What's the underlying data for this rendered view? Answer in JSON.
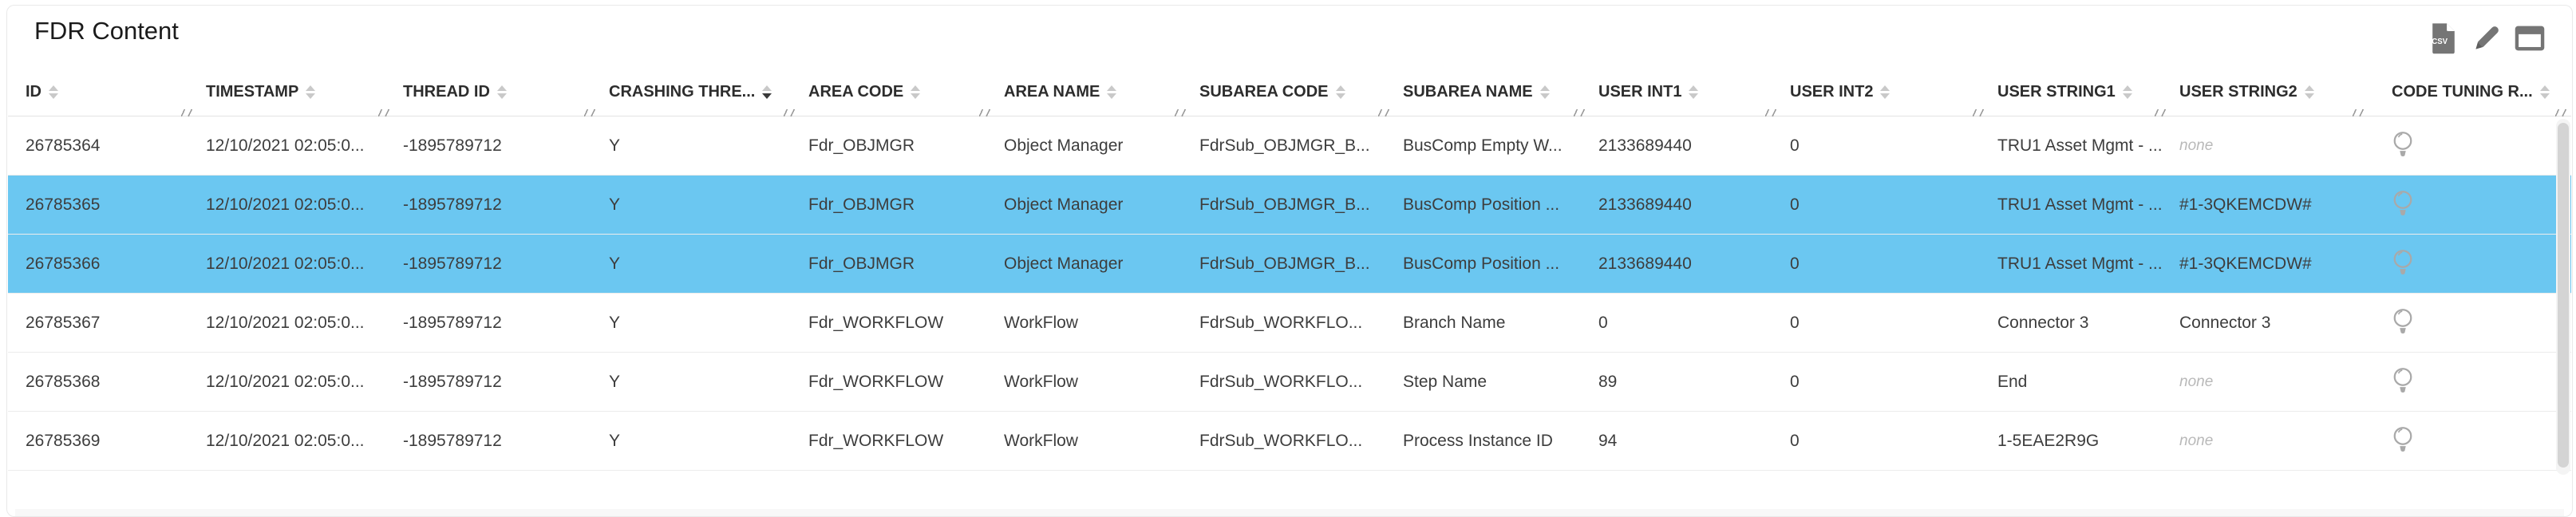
{
  "title": "FDR Content",
  "toolbar": {
    "csv_label": "CSV"
  },
  "table": {
    "columns": [
      {
        "label": "ID",
        "sort": ""
      },
      {
        "label": "TIMESTAMP",
        "sort": ""
      },
      {
        "label": "THREAD ID",
        "sort": ""
      },
      {
        "label": "CRASHING THRE...",
        "sort": "desc"
      },
      {
        "label": "AREA CODE",
        "sort": ""
      },
      {
        "label": "AREA NAME",
        "sort": ""
      },
      {
        "label": "SUBAREA CODE",
        "sort": ""
      },
      {
        "label": "SUBAREA NAME",
        "sort": ""
      },
      {
        "label": "USER INT1",
        "sort": ""
      },
      {
        "label": "USER INT2",
        "sort": ""
      },
      {
        "label": "USER STRING1",
        "sort": ""
      },
      {
        "label": "USER STRING2",
        "sort": ""
      },
      {
        "label": "CODE TUNING R...",
        "sort": ""
      }
    ],
    "rows": [
      {
        "id": "26785364",
        "timestamp": "12/10/2021 02:05:0...",
        "thread_id": "-1895789712",
        "crashing_thread": "Y",
        "area_code": "Fdr_OBJMGR",
        "area_name": "Object Manager",
        "subarea_code": "FdrSub_OBJMGR_B...",
        "subarea_name": "BusComp Empty W...",
        "user_int1": "2133689440",
        "user_int2": "0",
        "user_string1": "TRU1 Asset Mgmt - ...",
        "user_string2": "none",
        "user_string2_muted": true,
        "selected": false
      },
      {
        "id": "26785365",
        "timestamp": "12/10/2021 02:05:0...",
        "thread_id": "-1895789712",
        "crashing_thread": "Y",
        "area_code": "Fdr_OBJMGR",
        "area_name": "Object Manager",
        "subarea_code": "FdrSub_OBJMGR_B...",
        "subarea_name": "BusComp Position ...",
        "user_int1": "2133689440",
        "user_int2": "0",
        "user_string1": "TRU1 Asset Mgmt - ...",
        "user_string2": "#1-3QKEMCDW#",
        "user_string2_muted": false,
        "selected": true
      },
      {
        "id": "26785366",
        "timestamp": "12/10/2021 02:05:0...",
        "thread_id": "-1895789712",
        "crashing_thread": "Y",
        "area_code": "Fdr_OBJMGR",
        "area_name": "Object Manager",
        "subarea_code": "FdrSub_OBJMGR_B...",
        "subarea_name": "BusComp Position ...",
        "user_int1": "2133689440",
        "user_int2": "0",
        "user_string1": "TRU1 Asset Mgmt - ...",
        "user_string2": "#1-3QKEMCDW#",
        "user_string2_muted": false,
        "selected": true
      },
      {
        "id": "26785367",
        "timestamp": "12/10/2021 02:05:0...",
        "thread_id": "-1895789712",
        "crashing_thread": "Y",
        "area_code": "Fdr_WORKFLOW",
        "area_name": "WorkFlow",
        "subarea_code": "FdrSub_WORKFLO...",
        "subarea_name": "Branch Name",
        "user_int1": "0",
        "user_int2": "0",
        "user_string1": "Connector 3",
        "user_string2": "Connector 3",
        "user_string2_muted": false,
        "selected": false
      },
      {
        "id": "26785368",
        "timestamp": "12/10/2021 02:05:0...",
        "thread_id": "-1895789712",
        "crashing_thread": "Y",
        "area_code": "Fdr_WORKFLOW",
        "area_name": "WorkFlow",
        "subarea_code": "FdrSub_WORKFLO...",
        "subarea_name": "Step Name",
        "user_int1": "89",
        "user_int2": "0",
        "user_string1": "End",
        "user_string2": "none",
        "user_string2_muted": true,
        "selected": false
      },
      {
        "id": "26785369",
        "timestamp": "12/10/2021 02:05:0...",
        "thread_id": "-1895789712",
        "crashing_thread": "Y",
        "area_code": "Fdr_WORKFLOW",
        "area_name": "WorkFlow",
        "subarea_code": "FdrSub_WORKFLO...",
        "subarea_name": "Process Instance ID",
        "user_int1": "94",
        "user_int2": "0",
        "user_string1": "1-5EAE2R9G",
        "user_string2": "none",
        "user_string2_muted": true,
        "selected": false
      }
    ]
  },
  "colors": {
    "selection": "#6bc7f1",
    "icon_gray": "#757575",
    "bulb_gray": "#a9a9a9"
  }
}
